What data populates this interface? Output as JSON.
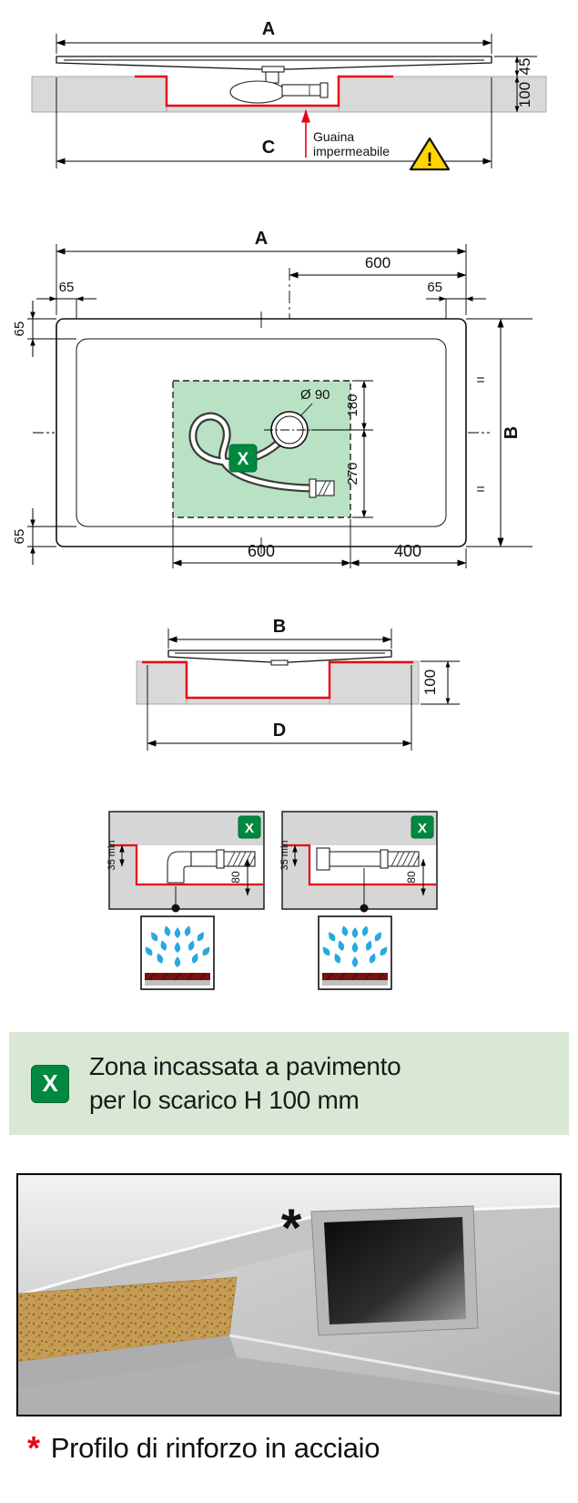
{
  "colors": {
    "dim_red": "#e30613",
    "badge_green": "#00883f",
    "zone_green": "#b9e2c4",
    "banner_green": "#d9e8d4",
    "floor_gray": "#d9d9d9",
    "drop_blue": "#29a8e0",
    "warning_yellow": "#ffd500"
  },
  "section_top": {
    "dim_A": "A",
    "dim_45": "45",
    "dim_100": "100",
    "dim_C": "C",
    "membrane_line1": "Guaina",
    "membrane_line2": "impermeabile",
    "warning_mark": "!"
  },
  "plan_view": {
    "dim_A": "A",
    "dim_600_top": "600",
    "dim_65_top_left": "65",
    "dim_65_top_right": "65",
    "dim_65_side_top": "65",
    "dim_65_side_bottom": "65",
    "dim_B": "B",
    "equal_mark_top": "=",
    "equal_mark_bottom": "=",
    "drain_diameter": "Ø 90",
    "dim_180": "180",
    "dim_270": "270",
    "zone_badge": "X",
    "dim_600_bottom": "600",
    "dim_400_bottom": "400"
  },
  "section_b": {
    "dim_B": "B",
    "dim_100": "100",
    "dim_D": "D"
  },
  "details": {
    "left": {
      "badge": "X",
      "dim_min": "35 min",
      "dim_80": "80"
    },
    "right": {
      "badge": "X",
      "dim_min": "35 min",
      "dim_80": "80"
    }
  },
  "legend": {
    "badge": "X",
    "line1": "Zona incassata a pavimento",
    "line2": "per lo scarico H 100 mm"
  },
  "photo": {
    "asterisk": "*",
    "caption": "Profilo di rinforzo in acciaio"
  }
}
